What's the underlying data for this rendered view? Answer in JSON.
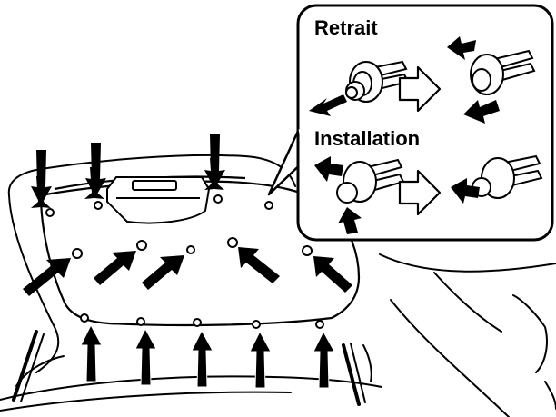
{
  "diagram": {
    "inset": {
      "removal_label": "Retrait",
      "installation_label": "Installation"
    },
    "callouts": {
      "top_row_count": 3,
      "middle_row_count": 5,
      "bottom_row_count": 5
    },
    "colors": {
      "ink": "#000000",
      "paper": "#ffffff"
    },
    "icons": [
      "arrow-icon",
      "clip-icon",
      "hollow-arrow-icon"
    ]
  }
}
